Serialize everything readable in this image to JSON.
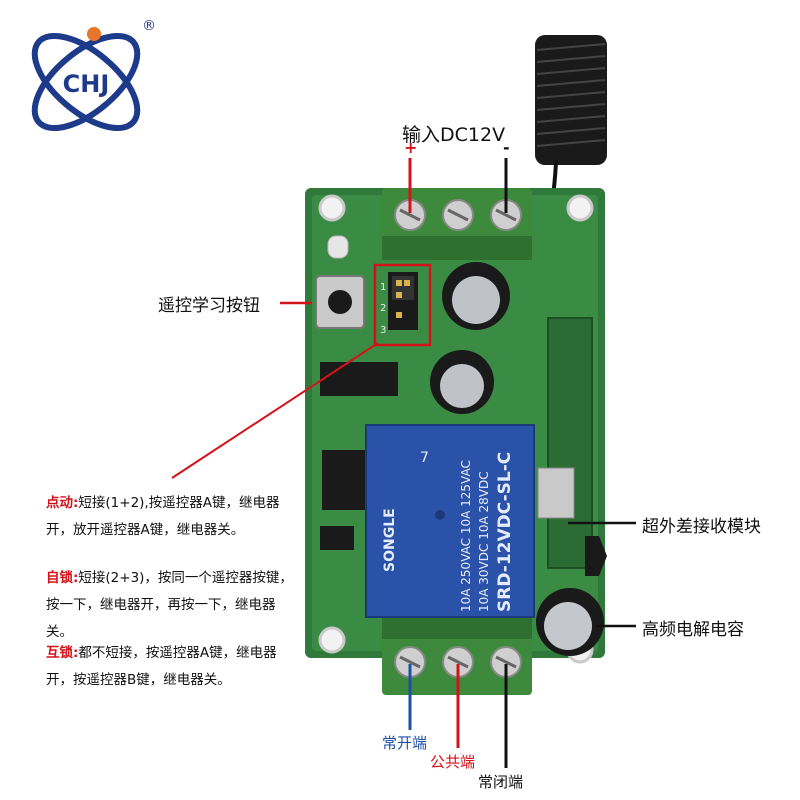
{
  "logo": {
    "text": "CHJ",
    "registered": "®"
  },
  "top_label": {
    "text": "输入DC12V",
    "plus": "+",
    "minus": "-"
  },
  "callouts": {
    "learn_button": "遥控学习按钮",
    "receiver_module": "超外差接收模块",
    "capacitor": "高频电解电容"
  },
  "notes": [
    {
      "key": "点动:",
      "text": "短接(1+2),按遥控器A键，继电器开，放开遥控器A键，继电器关。"
    },
    {
      "key": "自锁:",
      "text": "短接(2+3)，按同一个遥控器按键，按一下，继电器开，再按一下，继电器关。"
    },
    {
      "key": "互锁:",
      "text": "都不短接，按遥控器A键，继电器开，按遥控器B键，继电器关。"
    }
  ],
  "terminals": {
    "no": "常开端",
    "com": "公共端",
    "nc": "常闭端"
  },
  "relay": {
    "brand": "SONGLE",
    "model": "SRD-12VDC-SL-C",
    "rating_ac": "10A 250VAC  10A 125VAC",
    "rating_dc": "10A 30VDC  10A 28VDC",
    "mark": "7"
  },
  "jumper_labels": [
    "1",
    "2",
    "3"
  ],
  "colors": {
    "red": "#d4121a",
    "blue": "#1f4fa8",
    "pcb": "#2f7a3a",
    "relay": "#2a52a8",
    "terminal": "#3d8a3c"
  }
}
